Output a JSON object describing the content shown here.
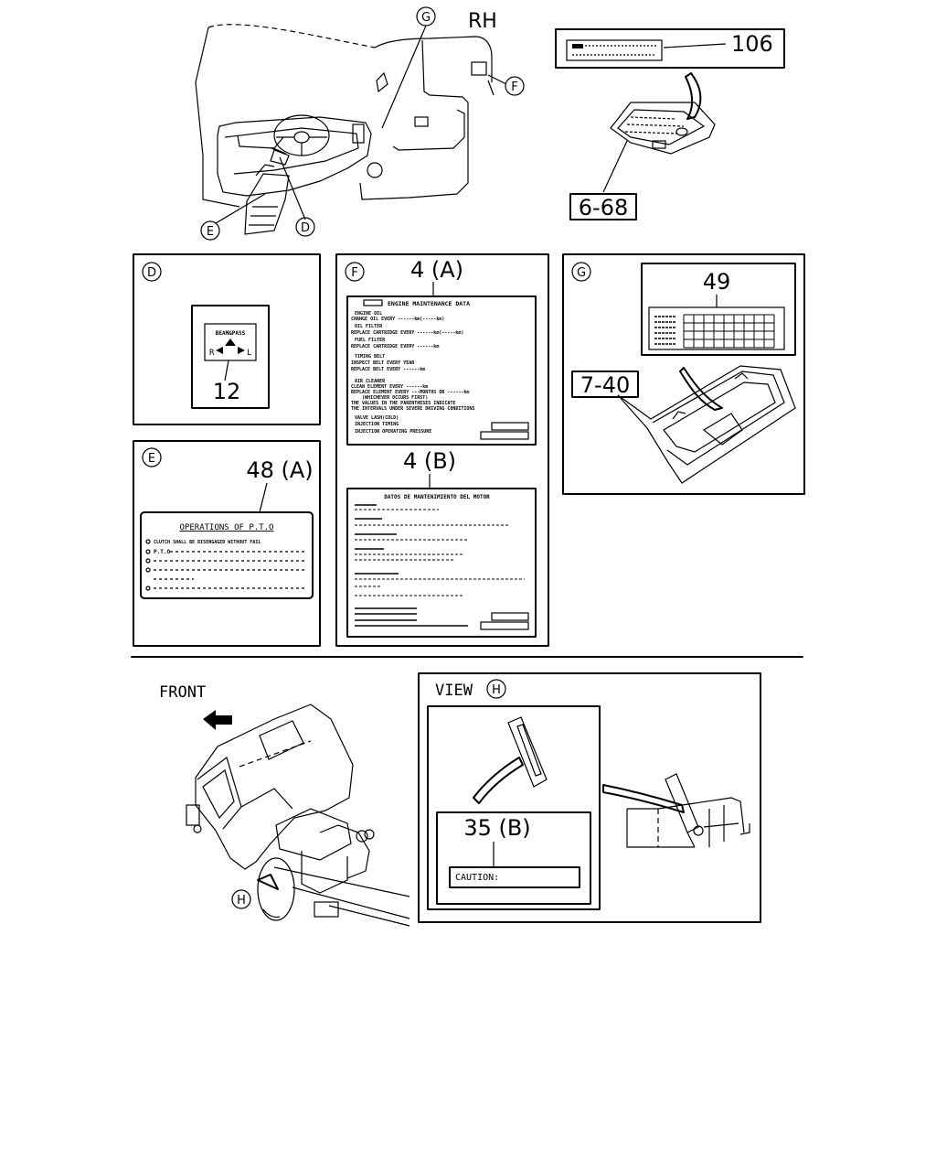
{
  "top": {
    "rh_label": "RH",
    "callouts": {
      "g": "G",
      "f": "F",
      "e": "E",
      "d": "D"
    },
    "roof_label_number": "106",
    "roof_lamp_ref": "6-68"
  },
  "panel_d": {
    "letter": "D",
    "switch_text": "BEAM&PASS",
    "r": "R",
    "l": "L",
    "part": "12"
  },
  "panel_e": {
    "letter": "E",
    "part": "48 (A)",
    "title": "OPERATIONS OF P.T.O",
    "line1": "CLUTCH SHALL BE DISENGAGED WITHOUT FAIL",
    "line2": "P.T.O"
  },
  "panel_f": {
    "letter": "F",
    "part_a": "4 (A)",
    "part_b": "4 (B)",
    "label_a": [
      "ENGINE MAINTENANCE DATA",
      "ENGINE OIL",
      "CHANGE OIL EVERY ------km(-----km)",
      "OIL FILTER",
      "REPLACE CARTRIDGE EVERY ------km(-----km)",
      "FUEL FILTER",
      "REPLACE CARTRIDGE EVERY ------km",
      "TIMING BELT",
      "INSPECT BELT EVERY YEAR",
      "REPLACE BELT EVERY ------km",
      "AIR CLEANER",
      "CLEAN ELEMENT EVERY ------km",
      "REPLACE ELEMENT EVERY ---MONTHS OR ------km",
      "(WHICHEVER OCCURS FIRST)",
      "THE VALUES IN THE PARENTHESES INDICATE",
      "THE INTERVALS UNDER SEVERE DRIVING CONDITIONS",
      "VALVE LASH(COLD)",
      "INJECTION TIMING",
      "INJECTION OPERATING PRESSURE"
    ],
    "label_b_title": "DATOS DE MANTENIMIENTO DEL MOTOR"
  },
  "panel_g": {
    "letter": "G",
    "part": "49",
    "ref": "7-40"
  },
  "bottom": {
    "front_label": "FRONT",
    "callout_h": "H",
    "view_label": "VIEW",
    "view_letter": "H",
    "part": "35 (B)",
    "caution": "CAUTION:"
  }
}
